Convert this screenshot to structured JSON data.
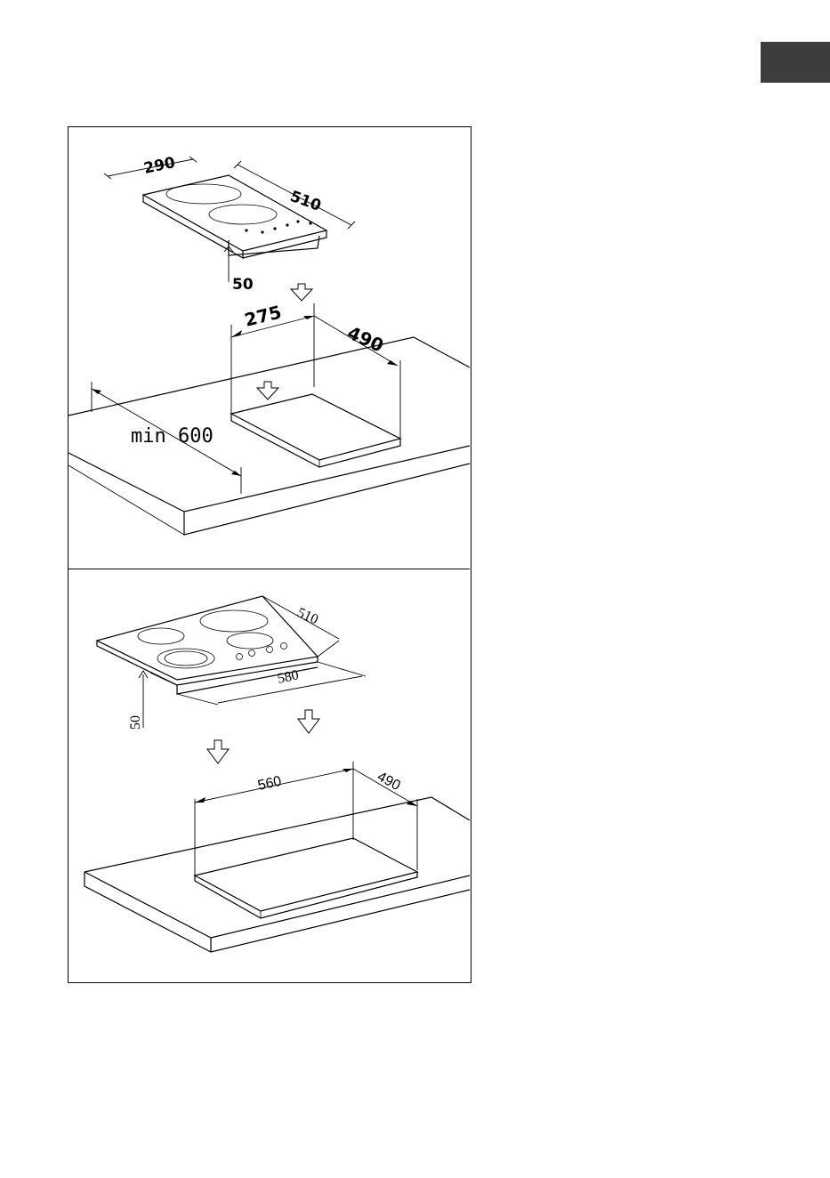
{
  "page": {
    "tab_color": "#3d3d3d"
  },
  "top_diagram": {
    "hob_width": "290",
    "hob_depth": "510",
    "hob_height": "50",
    "cutout_width": "275",
    "cutout_depth": "490",
    "min_distance": "min 600"
  },
  "bottom_diagram": {
    "hob_depth": "510",
    "hob_width": "580",
    "hob_height": "50",
    "cutout_width": "560",
    "cutout_depth": "490"
  }
}
